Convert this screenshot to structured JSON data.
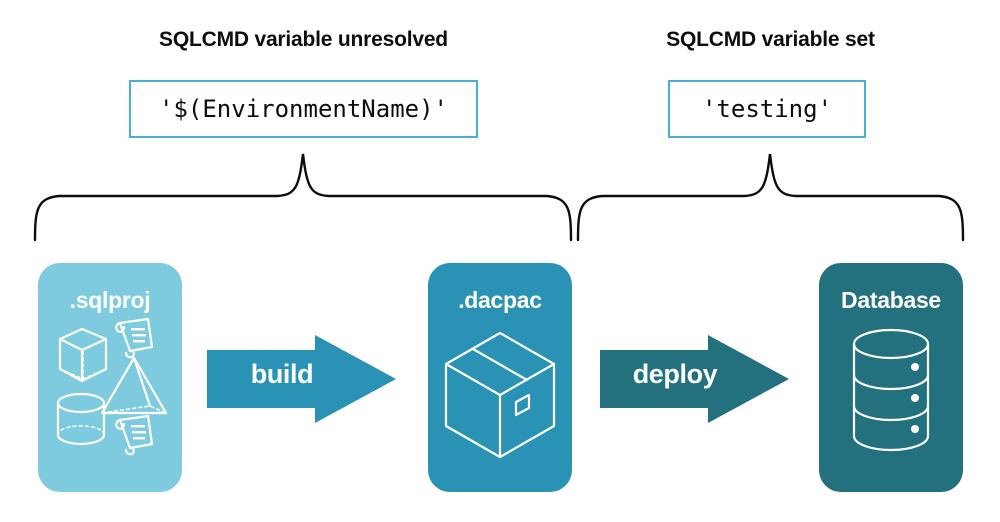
{
  "sections": [
    {
      "id": "left",
      "title": "SQLCMD variable unresolved",
      "value": "'$(EnvironmentName)'"
    },
    {
      "id": "right",
      "title": "SQLCMD variable set",
      "value": "'testing'"
    }
  ],
  "cards": [
    {
      "id": "sqlproj",
      "label": ".sqlproj",
      "color": "#7ecbe0",
      "icons": [
        "cube-icon",
        "scroll-icon",
        "pyramid-icon",
        "cylinder-icon",
        "scroll-icon"
      ]
    },
    {
      "id": "dacpac",
      "label": ".dacpac",
      "color": "#2a93b5",
      "icons": [
        "package-box-icon"
      ]
    },
    {
      "id": "database",
      "label": "Database",
      "color": "#23707f",
      "icons": [
        "database-cylinder-icon"
      ]
    }
  ],
  "arrows": [
    {
      "id": "build",
      "label": "build",
      "color": "#2a93b5"
    },
    {
      "id": "deploy",
      "label": "deploy",
      "color": "#23707f"
    }
  ],
  "colors": {
    "box_border": "#49b0cd",
    "text": "#0d0d0d",
    "brace": "#0d0d0d",
    "background": "#ffffff"
  }
}
